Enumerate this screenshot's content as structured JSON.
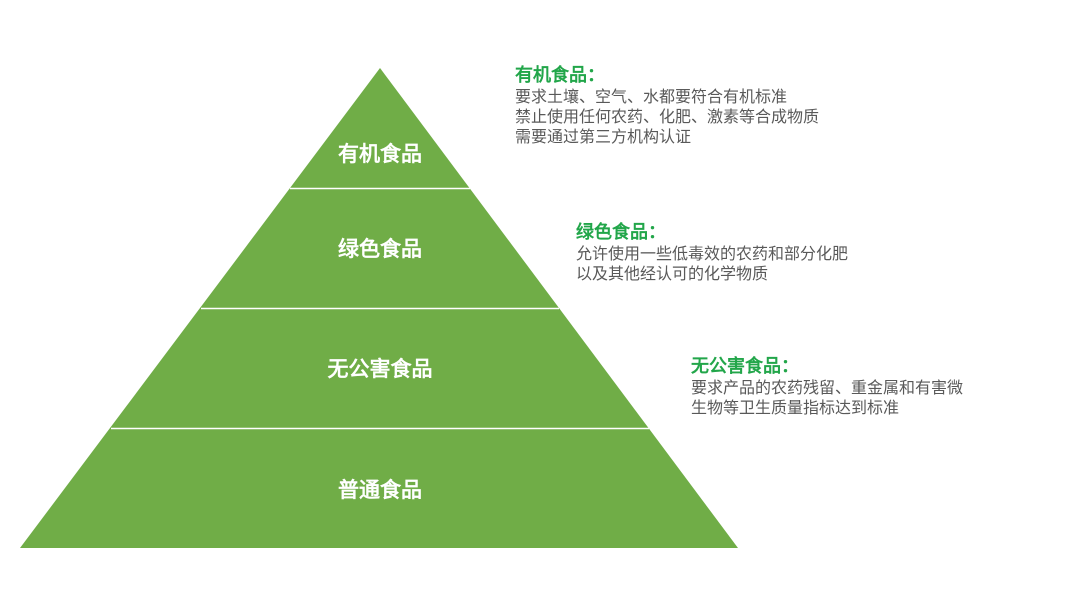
{
  "colors": {
    "pyramid_fill": "#70ad47",
    "separator": "#ffffff",
    "title_green": "#22a64a",
    "body_text": "#595959"
  },
  "pyramid": {
    "tiers": [
      {
        "label": "有机食品"
      },
      {
        "label": "绿色食品"
      },
      {
        "label": "无公害食品"
      },
      {
        "label": "普通食品"
      }
    ]
  },
  "descriptions": [
    {
      "title": "有机食品：",
      "lines": [
        "要求土壤、空气、水都要符合有机标准",
        "禁止使用任何农药、化肥、激素等合成物质",
        "需要通过第三方机构认证"
      ]
    },
    {
      "title": "绿色食品：",
      "lines": [
        "允许使用一些低毒效的农药和部分化肥",
        "以及其他经认可的化学物质"
      ]
    },
    {
      "title": "无公害食品：",
      "lines": [
        "要求产品的农药残留、重金属和有害微",
        "生物等卫生质量指标达到标准"
      ]
    }
  ]
}
